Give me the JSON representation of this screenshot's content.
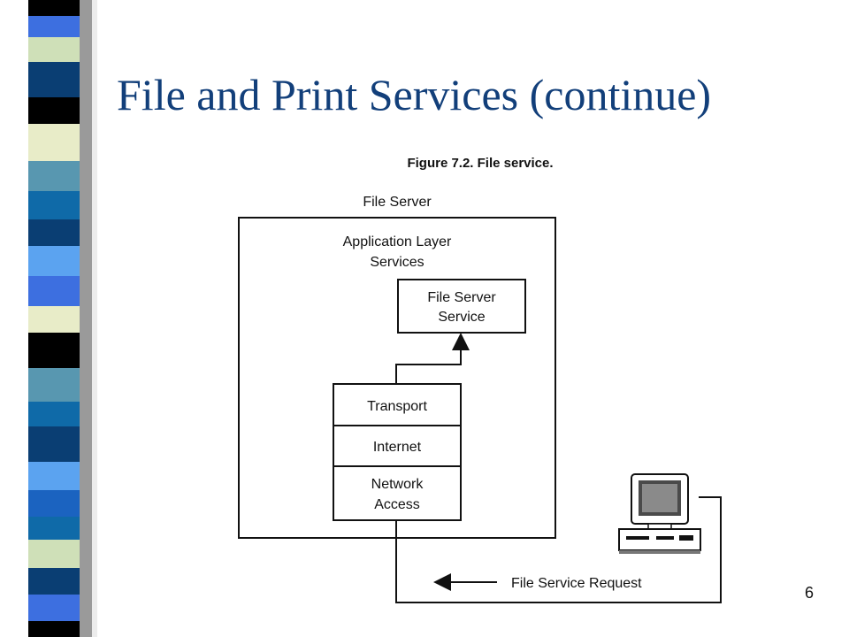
{
  "slide": {
    "title": "File and Print Services (continue)",
    "page_number": "6"
  },
  "figure": {
    "caption": "Figure 7.2. File service.",
    "file_server_label": "File Server",
    "app_layer_label_line1": "Application Layer",
    "app_layer_label_line2": "Services",
    "service_box_line1": "File Server",
    "service_box_line2": "Service",
    "stack": [
      "Transport",
      "Internet"
    ],
    "network_access_line1": "Network",
    "network_access_line2": "Access",
    "request_label": "File Service Request",
    "client_icon": "desktop-computer-icon"
  },
  "colors": {
    "title": "#123f7a",
    "stripe_palette": [
      "#0a3e73",
      "#3d6fe0",
      "#5ba3f0",
      "#cfe0b8",
      "#e8ecc8",
      "#0f6aa8",
      "#000000",
      "#5897b0",
      "#1b63c0"
    ]
  }
}
